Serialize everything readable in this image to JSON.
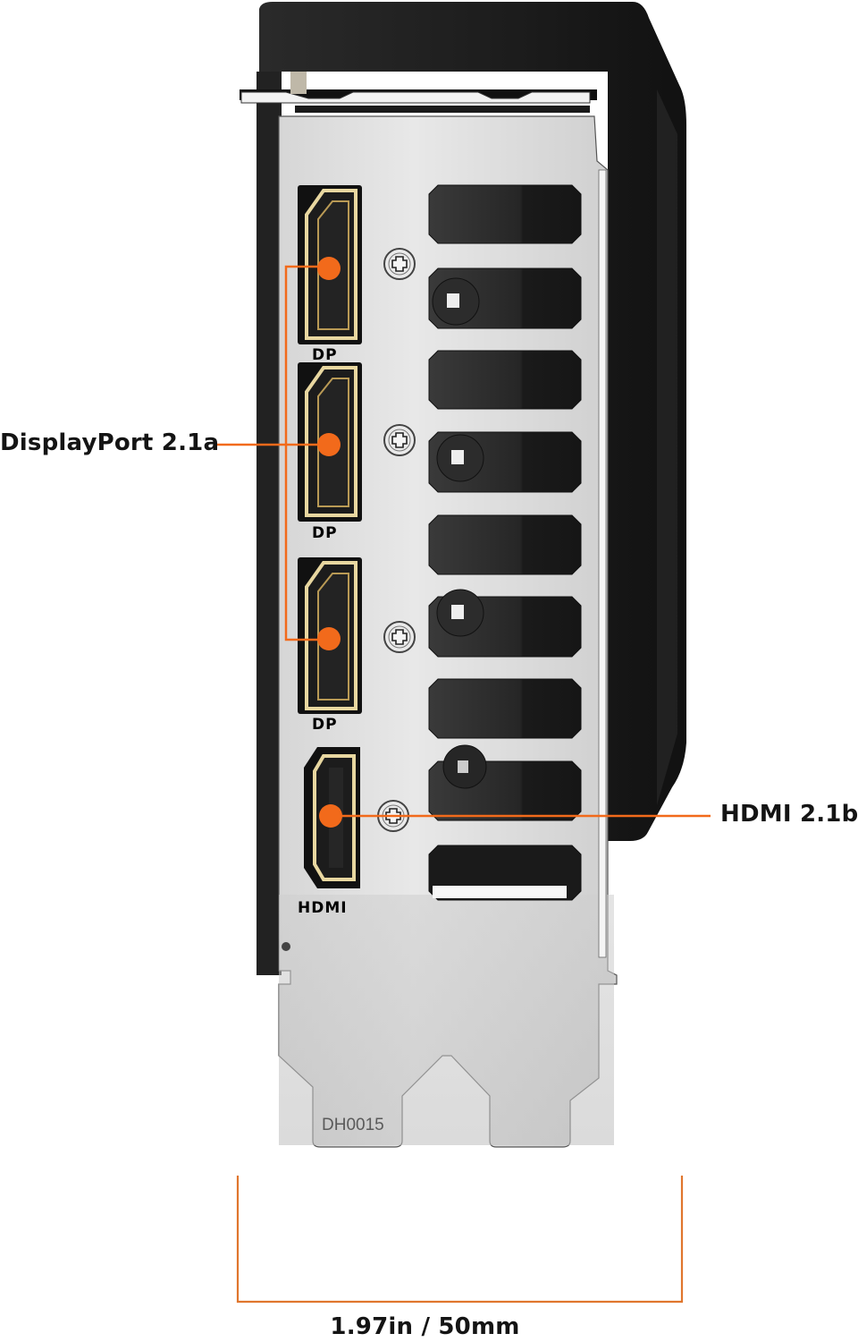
{
  "image": {
    "subject": "graphics card I/O bracket",
    "background": "#ffffff",
    "accent_color": "#f26a1b",
    "shroud_color": "#1e1e1e",
    "bracket_color": "#c8c8c8"
  },
  "callouts": {
    "displayport": {
      "label": "DisplayPort 2.1a",
      "count": 3
    },
    "hdmi": {
      "label": "HDMI 2.1b",
      "count": 1
    }
  },
  "ports": [
    {
      "type": "DisplayPort",
      "silkscreen": "DP"
    },
    {
      "type": "DisplayPort",
      "silkscreen": "DP"
    },
    {
      "type": "DisplayPort",
      "silkscreen": "DP"
    },
    {
      "type": "HDMI",
      "silkscreen": "HDMI"
    }
  ],
  "bracket": {
    "part_number": "DH0015",
    "vent_slots": 8,
    "screws": 4
  },
  "dimension": {
    "label": "1.97in / 50mm"
  }
}
